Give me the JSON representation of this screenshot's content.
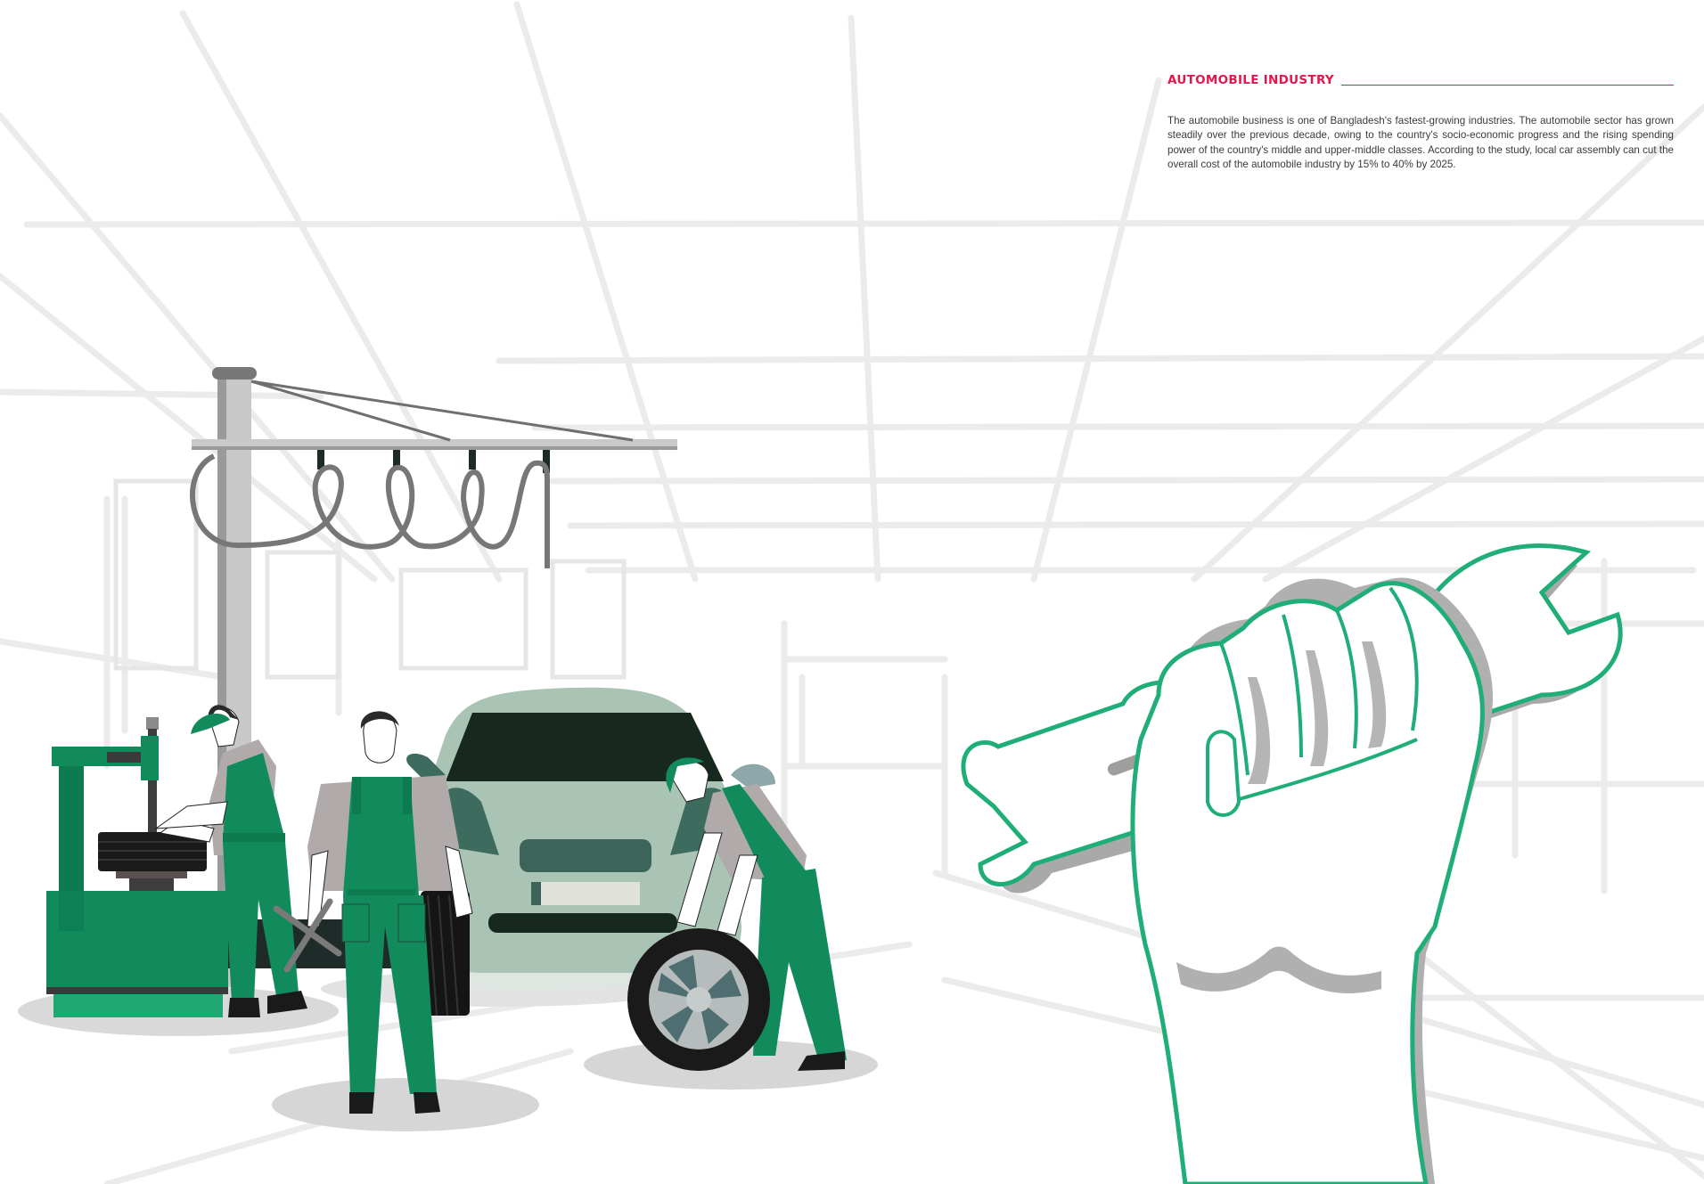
{
  "article": {
    "heading": "AUTOMOBILE INDUSTRY",
    "body": "The automobile business is one of Bangladesh's fastest-growing industries. The automobile sector has grown steadily over the previous decade, owing to the country's socio-economic progress and the rising spending power of the country's middle and upper-middle classes. According to the study, local car assembly can cut the overall cost of the automobile industry by 15% to 40% by 2025."
  },
  "illustration": {
    "scene": "auto-repair-workshop",
    "elements": [
      "hose-reel-crane",
      "tire-changer-machine",
      "mechanic-at-tire-changer",
      "mechanic-with-lug-wrench-and-tire",
      "car-front",
      "mechanic-rolling-wheel",
      "hand-holding-wrench"
    ]
  },
  "colors": {
    "accent_red": "#e0184e",
    "body_text": "#3a3a3a",
    "uniform_green": "#118a5c",
    "outline_green": "#1fae78",
    "car_body": "#a9c4b4",
    "car_dark": "#17291f",
    "sketch_gray": "#ececec",
    "crane_gray": "#bfbfbf"
  }
}
